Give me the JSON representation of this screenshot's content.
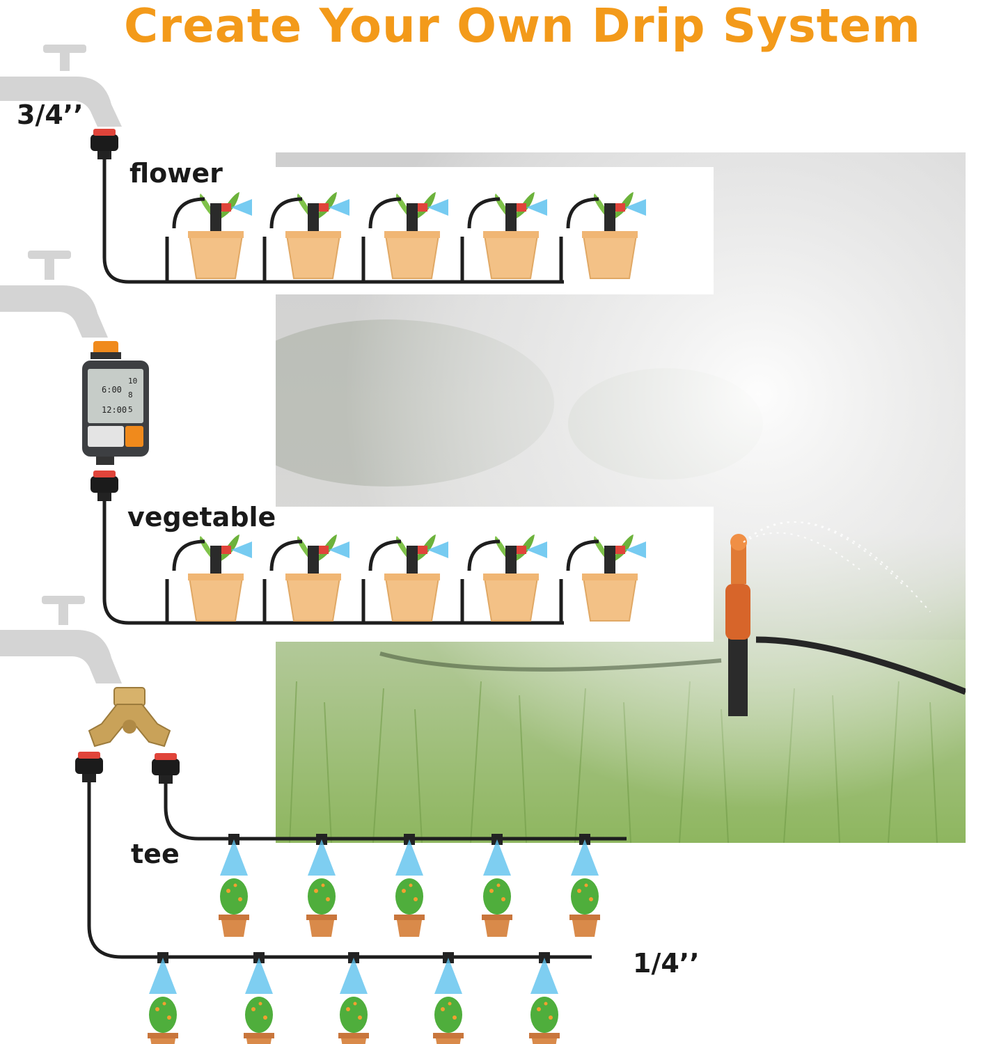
{
  "title": "Create Your Own Drip System",
  "labels": {
    "size_main": "3/4’’",
    "flower": "flower",
    "vegetable": "vegetable",
    "tee": "tee",
    "size_branch": "1/4’’"
  },
  "timer_display": {
    "time_a": "6:00",
    "time_b": "12:00",
    "value_a": "10",
    "value_b": "8",
    "value_c": "5"
  },
  "colors": {
    "title": "#f39a1a",
    "pot": "#f3c186",
    "pipe": "#1e1e1e",
    "spray": "#5ec2ee",
    "emitter_red": "#e0443a",
    "brass": "#c9a259",
    "timer_orange": "#f08a1c"
  },
  "icons": [
    "faucet-icon",
    "water-timer-icon",
    "brass-splitter-icon",
    "sprinkler-photo",
    "flower-pot-icon",
    "shrub-pot-icon"
  ]
}
